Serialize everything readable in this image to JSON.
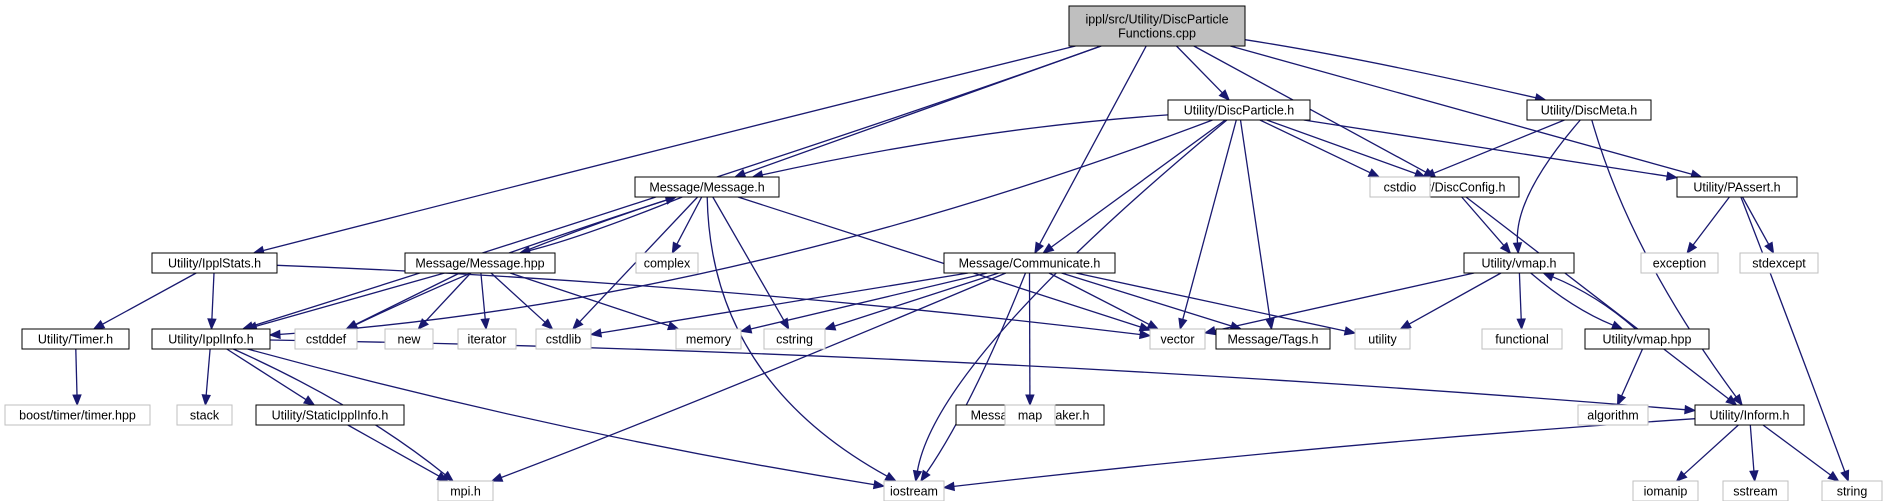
{
  "nodes": [
    {
      "id": "root",
      "lines": [
        "ippl/src/Utility/DiscParticle",
        "Functions.cpp"
      ],
      "kind": "root"
    },
    {
      "id": "discparticle",
      "lines": [
        "Utility/DiscParticle.h"
      ],
      "kind": "local"
    },
    {
      "id": "discmeta",
      "lines": [
        "Utility/DiscMeta.h"
      ],
      "kind": "local"
    },
    {
      "id": "message_h",
      "lines": [
        "Message/Message.h"
      ],
      "kind": "local"
    },
    {
      "id": "discconfig",
      "lines": [
        "Utility/DiscConfig.h"
      ],
      "kind": "local"
    },
    {
      "id": "cstdio",
      "lines": [
        "cstdio"
      ],
      "kind": "sys"
    },
    {
      "id": "passert",
      "lines": [
        "Utility/PAssert.h"
      ],
      "kind": "local"
    },
    {
      "id": "ipplstats",
      "lines": [
        "Utility/IpplStats.h"
      ],
      "kind": "local"
    },
    {
      "id": "message_hpp",
      "lines": [
        "Message/Message.hpp"
      ],
      "kind": "local"
    },
    {
      "id": "complex",
      "lines": [
        "complex"
      ],
      "kind": "sys"
    },
    {
      "id": "communicate",
      "lines": [
        "Message/Communicate.h"
      ],
      "kind": "local"
    },
    {
      "id": "vmap_h",
      "lines": [
        "Utility/vmap.h"
      ],
      "kind": "local"
    },
    {
      "id": "exception",
      "lines": [
        "exception"
      ],
      "kind": "sys"
    },
    {
      "id": "stdexcept",
      "lines": [
        "stdexcept"
      ],
      "kind": "sys"
    },
    {
      "id": "timer",
      "lines": [
        "Utility/Timer.h"
      ],
      "kind": "local"
    },
    {
      "id": "ipplinfo",
      "lines": [
        "Utility/IpplInfo.h"
      ],
      "kind": "local"
    },
    {
      "id": "cstddef",
      "lines": [
        "cstddef"
      ],
      "kind": "sys"
    },
    {
      "id": "new",
      "lines": [
        "new"
      ],
      "kind": "sys"
    },
    {
      "id": "iterator",
      "lines": [
        "iterator"
      ],
      "kind": "sys"
    },
    {
      "id": "cstdlib",
      "lines": [
        "cstdlib"
      ],
      "kind": "sys"
    },
    {
      "id": "memory",
      "lines": [
        "memory"
      ],
      "kind": "sys"
    },
    {
      "id": "cstring",
      "lines": [
        "cstring"
      ],
      "kind": "sys"
    },
    {
      "id": "vector",
      "lines": [
        "vector"
      ],
      "kind": "sys"
    },
    {
      "id": "tags",
      "lines": [
        "Message/Tags.h"
      ],
      "kind": "local"
    },
    {
      "id": "utility",
      "lines": [
        "utility"
      ],
      "kind": "sys"
    },
    {
      "id": "functional",
      "lines": [
        "functional"
      ],
      "kind": "sys"
    },
    {
      "id": "vmap_hpp",
      "lines": [
        "Utility/vmap.hpp"
      ],
      "kind": "local"
    },
    {
      "id": "boosttimer",
      "lines": [
        "boost/timer/timer.hpp"
      ],
      "kind": "sys"
    },
    {
      "id": "stack",
      "lines": [
        "stack"
      ],
      "kind": "sys"
    },
    {
      "id": "staticipplinfo",
      "lines": [
        "Utility/StaticIpplInfo.h"
      ],
      "kind": "local"
    },
    {
      "id": "tagmaker",
      "lines": [
        "Message/TagMaker.h"
      ],
      "kind": "local"
    },
    {
      "id": "map",
      "lines": [
        "map"
      ],
      "kind": "sys"
    },
    {
      "id": "algorithm",
      "lines": [
        "algorithm"
      ],
      "kind": "sys"
    },
    {
      "id": "inform",
      "lines": [
        "Utility/Inform.h"
      ],
      "kind": "local"
    },
    {
      "id": "mpi",
      "lines": [
        "mpi.h"
      ],
      "kind": "sys"
    },
    {
      "id": "iostream",
      "lines": [
        "iostream"
      ],
      "kind": "sys"
    },
    {
      "id": "iomanip",
      "lines": [
        "iomanip"
      ],
      "kind": "sys"
    },
    {
      "id": "sstream",
      "lines": [
        "sstream"
      ],
      "kind": "sys"
    },
    {
      "id": "string",
      "lines": [
        "string"
      ],
      "kind": "sys"
    }
  ],
  "edges": [
    [
      "root",
      "discparticle"
    ],
    [
      "root",
      "discmeta"
    ],
    [
      "root",
      "message_h"
    ],
    [
      "root",
      "discconfig"
    ],
    [
      "root",
      "passert"
    ],
    [
      "root",
      "ipplstats"
    ],
    [
      "root",
      "communicate"
    ],
    [
      "root",
      "ipplinfo"
    ],
    [
      "discparticle",
      "message_h"
    ],
    [
      "discparticle",
      "discconfig"
    ],
    [
      "discparticle",
      "cstdio"
    ],
    [
      "discparticle",
      "passert"
    ],
    [
      "discparticle",
      "communicate"
    ],
    [
      "discparticle",
      "vector"
    ],
    [
      "discparticle",
      "tags"
    ],
    [
      "discparticle",
      "iostream"
    ],
    [
      "discparticle",
      "ipplinfo"
    ],
    [
      "discmeta",
      "cstdio"
    ],
    [
      "discmeta",
      "vmap_h"
    ],
    [
      "discmeta",
      "inform"
    ],
    [
      "message_h",
      "message_hpp"
    ],
    [
      "message_h",
      "complex"
    ],
    [
      "message_h",
      "cstddef"
    ],
    [
      "message_h",
      "cstdlib"
    ],
    [
      "message_h",
      "cstring"
    ],
    [
      "message_h",
      "vector"
    ],
    [
      "message_h",
      "iostream"
    ],
    [
      "message_hpp",
      "message_h"
    ],
    [
      "message_hpp",
      "ipplinfo"
    ],
    [
      "message_hpp",
      "cstddef"
    ],
    [
      "message_hpp",
      "new"
    ],
    [
      "message_hpp",
      "iterator"
    ],
    [
      "message_hpp",
      "cstdlib"
    ],
    [
      "message_hpp",
      "memory"
    ],
    [
      "discconfig",
      "vmap_h"
    ],
    [
      "discconfig",
      "inform"
    ],
    [
      "passert",
      "exception"
    ],
    [
      "passert",
      "stdexcept"
    ],
    [
      "passert",
      "string"
    ],
    [
      "ipplstats",
      "timer"
    ],
    [
      "ipplstats",
      "ipplinfo"
    ],
    [
      "ipplstats",
      "vector"
    ],
    [
      "communicate",
      "cstdlib"
    ],
    [
      "communicate",
      "memory"
    ],
    [
      "communicate",
      "cstring"
    ],
    [
      "communicate",
      "vector"
    ],
    [
      "communicate",
      "tags"
    ],
    [
      "communicate",
      "utility"
    ],
    [
      "communicate",
      "tagmaker"
    ],
    [
      "communicate",
      "iostream"
    ],
    [
      "communicate",
      "mpi"
    ],
    [
      "vmap_h",
      "vector"
    ],
    [
      "vmap_h",
      "utility"
    ],
    [
      "vmap_h",
      "functional"
    ],
    [
      "vmap_h",
      "vmap_hpp"
    ],
    [
      "vmap_hpp",
      "vmap_h"
    ],
    [
      "vmap_hpp",
      "algorithm"
    ],
    [
      "timer",
      "boosttimer"
    ],
    [
      "ipplinfo",
      "stack"
    ],
    [
      "ipplinfo",
      "staticipplinfo"
    ],
    [
      "ipplinfo",
      "inform"
    ],
    [
      "ipplinfo",
      "mpi"
    ],
    [
      "ipplinfo",
      "iostream"
    ],
    [
      "staticipplinfo",
      "mpi"
    ],
    [
      "tagmaker",
      "map"
    ],
    [
      "inform",
      "iostream"
    ],
    [
      "inform",
      "iomanip"
    ],
    [
      "inform",
      "sstream"
    ],
    [
      "inform",
      "string"
    ]
  ]
}
